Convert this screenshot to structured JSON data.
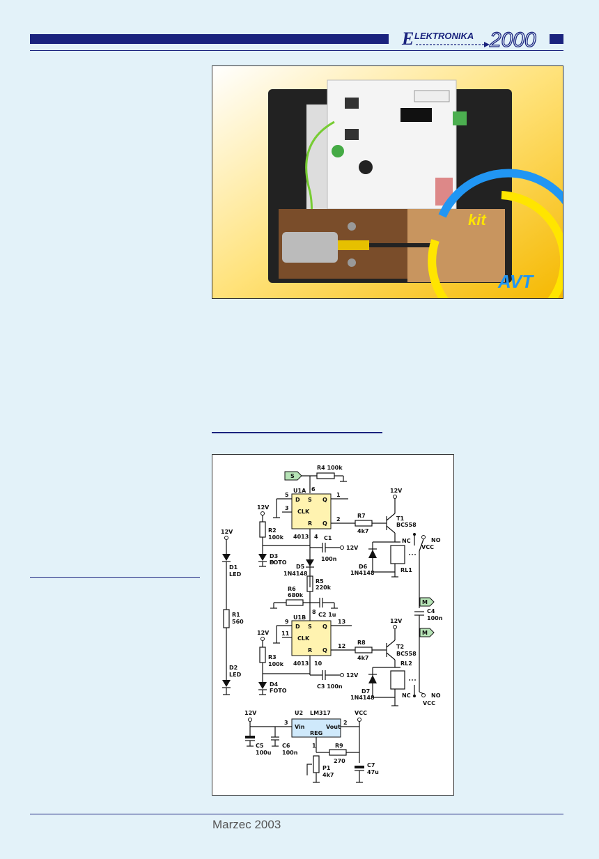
{
  "header": {
    "logo_prefix": "E",
    "logo_word": "LEKTRONIKA",
    "logo_year": "2000"
  },
  "photo": {
    "badge_kit": "kit",
    "badge_avt": "AVT",
    "colors": {
      "gradient_start": "#ffffff",
      "gradient_end": "#f5b800",
      "badge_blue": "#2196f3",
      "badge_yellow": "#ffe500"
    }
  },
  "schematic": {
    "ic": {
      "u1a": "U1A",
      "u1b": "U1B",
      "chip": "4013",
      "u2": "U2",
      "lm": "LM317",
      "vin": "Vin",
      "vout": "Vout",
      "reg": "REG",
      "d": "D",
      "s": "S",
      "q": "Q",
      "clk": "CLK",
      "r": "R"
    },
    "pins": {
      "p1": "1",
      "p2": "2",
      "p3": "3",
      "p4": "4",
      "p5": "5",
      "p6": "6",
      "p8": "8",
      "p9": "9",
      "p10": "10",
      "p11": "11",
      "p12": "12",
      "p13": "13"
    },
    "rails": {
      "v12": "12V",
      "vcc": "VCC",
      "nc": "NC",
      "no": "NO"
    },
    "tags": {
      "s": "S",
      "m": "M"
    },
    "parts": {
      "r1": "R1",
      "r1v": "560",
      "r2": "R2",
      "r2v": "100k",
      "r3": "R3",
      "r3v": "100k",
      "r4": "R4 100k",
      "r5": "R5",
      "r5v": "220k",
      "r6": "R6",
      "r6v": "680k",
      "r7": "R7",
      "r7v": "4k7",
      "r8": "R8",
      "r8v": "4k7",
      "r9": "R9",
      "r9v": "270",
      "c1": "C1",
      "c1v": "100n",
      "c2": "C2 1u",
      "c3": "C3 100n",
      "c4": "C4",
      "c4v": "100n",
      "c5": "C5",
      "c5v": "100u",
      "c6": "C6",
      "c6v": "100n",
      "c7": "C7",
      "c7v": "47u",
      "d1": "D1",
      "d2": "D2",
      "led": "LED",
      "d3": "D3",
      "d4": "D4",
      "foto": "FOTO",
      "d5": "D5",
      "d6": "D6",
      "d7": "D7",
      "n4148": "1N4148",
      "t1": "T1",
      "t2": "T2",
      "bc": "BC558",
      "rl1": "RL1",
      "rl2": "RL2",
      "p1": "P1",
      "p1v": "4k7"
    }
  },
  "footer": {
    "date": "Marzec 2003"
  }
}
